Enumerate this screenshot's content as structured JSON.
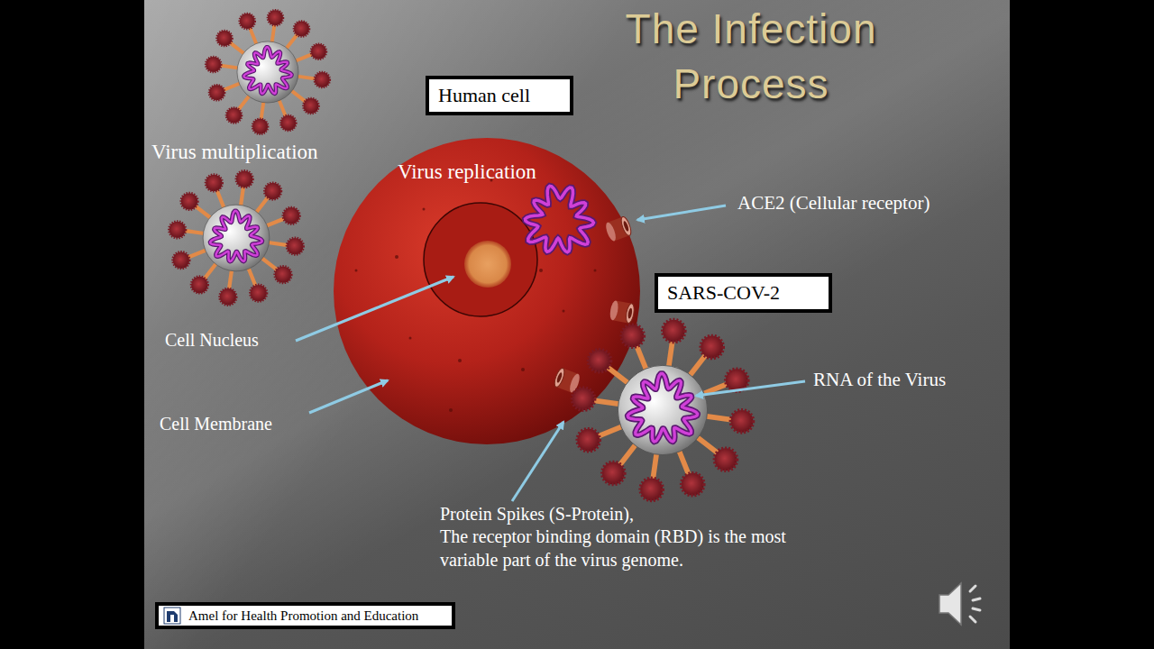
{
  "diagram": {
    "title": "The Infection Process",
    "nodes": [
      {
        "text": [
          "Human cell"
        ]
      },
      {
        "text": [
          "SARS-COV-2"
        ]
      },
      {
        "text": [
          "Amel for Health Promotion and Education"
        ]
      }
    ],
    "labels": [
      "Virus multiplication",
      "Virus replication",
      "ACE2 (Cellular receptor)",
      "Cell Nucleus",
      "Cell Membrane",
      "RNA of the Virus",
      "Protein Spikes (S-Protein),",
      "The receptor binding domain (RBD) is the most variable part of the virus genome."
    ]
  }
}
